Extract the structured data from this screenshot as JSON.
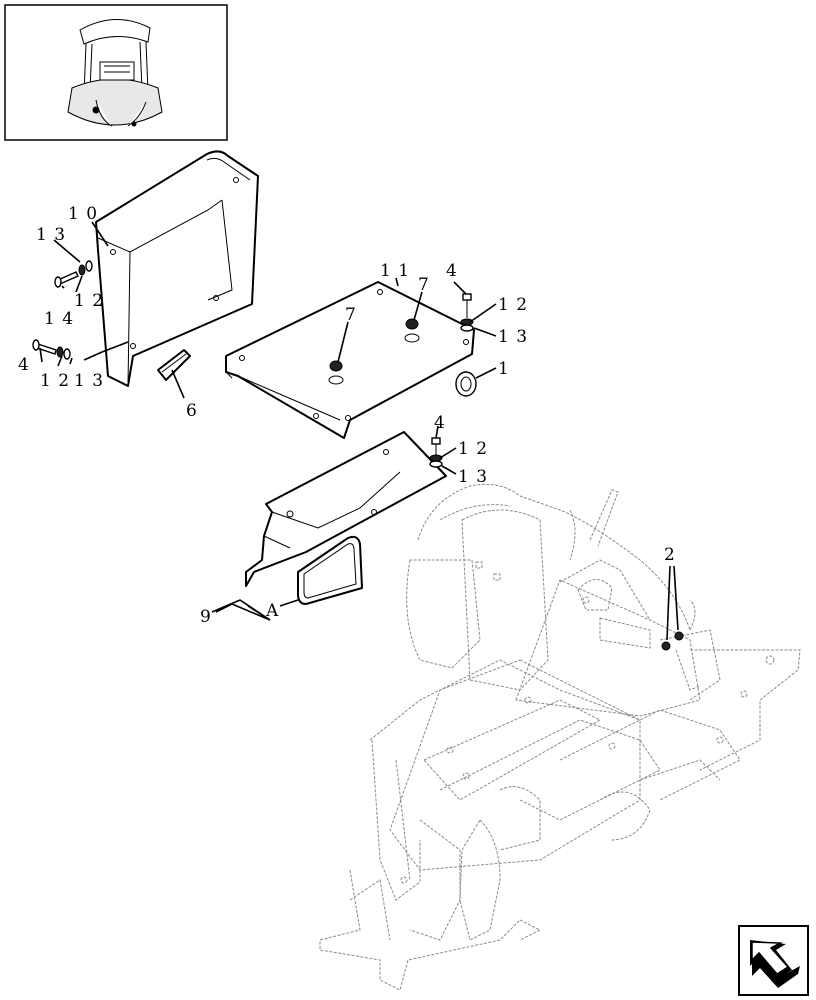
{
  "callouts": {
    "c1": "1",
    "c2": "2",
    "c4a": "4",
    "c4b": "4",
    "c4c": "4",
    "c6": "6",
    "c7a": "7",
    "c7b": "7",
    "c9": "9",
    "c10": "1 0",
    "c11": "1 1",
    "c12a": "1 2",
    "c12b": "1 2",
    "c12c": "1 2",
    "c12d": "1 2",
    "c13a": "1 3",
    "c13b": "1 3",
    "c13c": "1 3",
    "c13d": "1 3",
    "c14": "1 4",
    "cA": "A"
  },
  "icons": {
    "thumbnail": "machine-overview-thumbnail",
    "nav": "navigation-arrow-icon"
  }
}
